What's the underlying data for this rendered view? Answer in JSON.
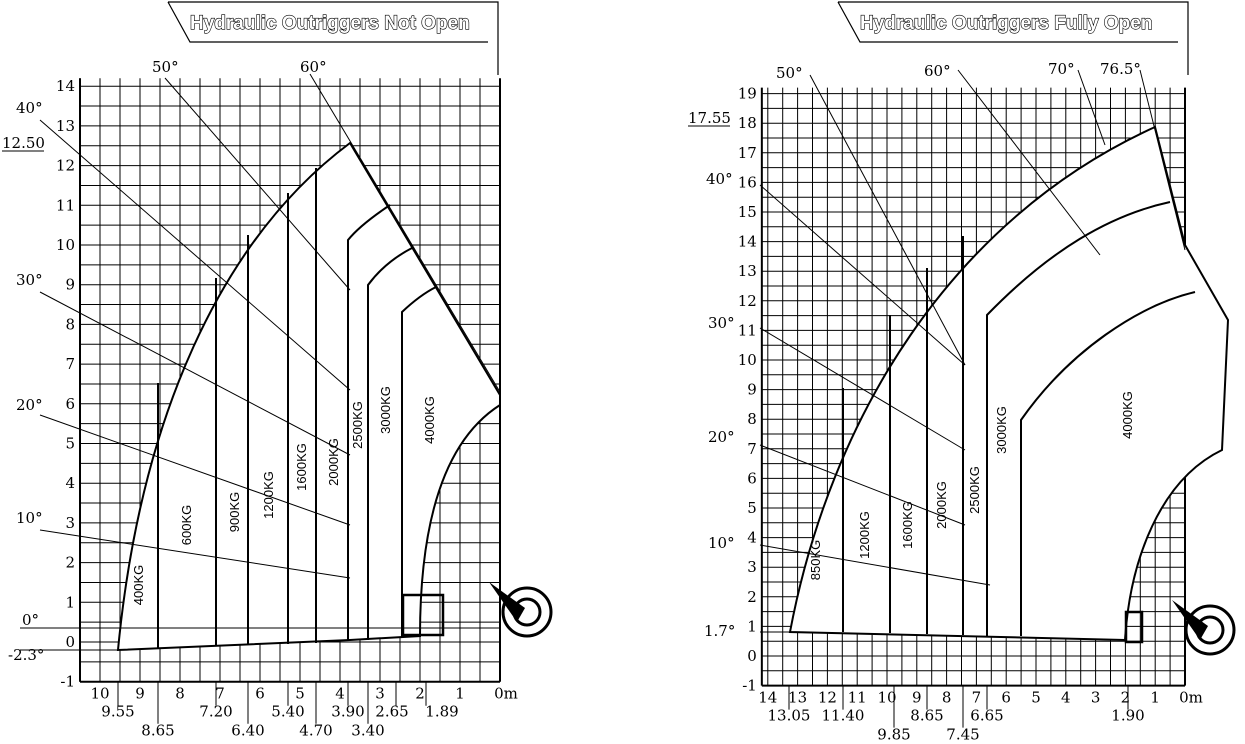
{
  "left": {
    "title": "Hydraulic Outriggers Not Open",
    "y_ticks": [
      "-1",
      "0",
      "1",
      "2",
      "3",
      "4",
      "5",
      "6",
      "7",
      "8",
      "9",
      "10",
      "11",
      "12",
      "13",
      "14"
    ],
    "x_ticks": [
      "10",
      "9",
      "8",
      "7",
      "6",
      "5",
      "4",
      "3",
      "2",
      "1",
      "0m"
    ],
    "max_height_label": "12.50",
    "angles": [
      "-2.3°",
      "0°",
      "10°",
      "20°",
      "30°",
      "40°",
      "50°",
      "60°"
    ],
    "radii": [
      "9.55",
      "8.65",
      "7.20",
      "6.40",
      "5.40",
      "4.70",
      "3.90",
      "3.40",
      "2.65",
      "1.89"
    ],
    "loads": [
      "400KG",
      "600KG",
      "900KG",
      "1200KG",
      "1600KG",
      "2000KG",
      "2500KG",
      "3000KG",
      "4000KG"
    ]
  },
  "right": {
    "title": "Hydraulic Outriggers Fully Open",
    "y_ticks": [
      "-1",
      "0",
      "1",
      "2",
      "3",
      "4",
      "5",
      "6",
      "7",
      "8",
      "9",
      "10",
      "11",
      "12",
      "13",
      "14",
      "15",
      "16",
      "17",
      "18",
      "19"
    ],
    "x_ticks": [
      "14",
      "13",
      "12",
      "11",
      "10",
      "9",
      "8",
      "7",
      "6",
      "5",
      "4",
      "3",
      "2",
      "1",
      "0m"
    ],
    "max_height_label": "17.55",
    "angles": [
      "1.7°",
      "10°",
      "20°",
      "30°",
      "40°",
      "50°",
      "60°",
      "70°",
      "76.5°"
    ],
    "radii": [
      "13.05",
      "11.40",
      "9.85",
      "8.65",
      "7.45",
      "6.65",
      "1.90"
    ],
    "loads": [
      "850KG",
      "1200KG",
      "1600KG",
      "2000KG",
      "2500KG",
      "3000KG",
      "4000KG"
    ]
  }
}
